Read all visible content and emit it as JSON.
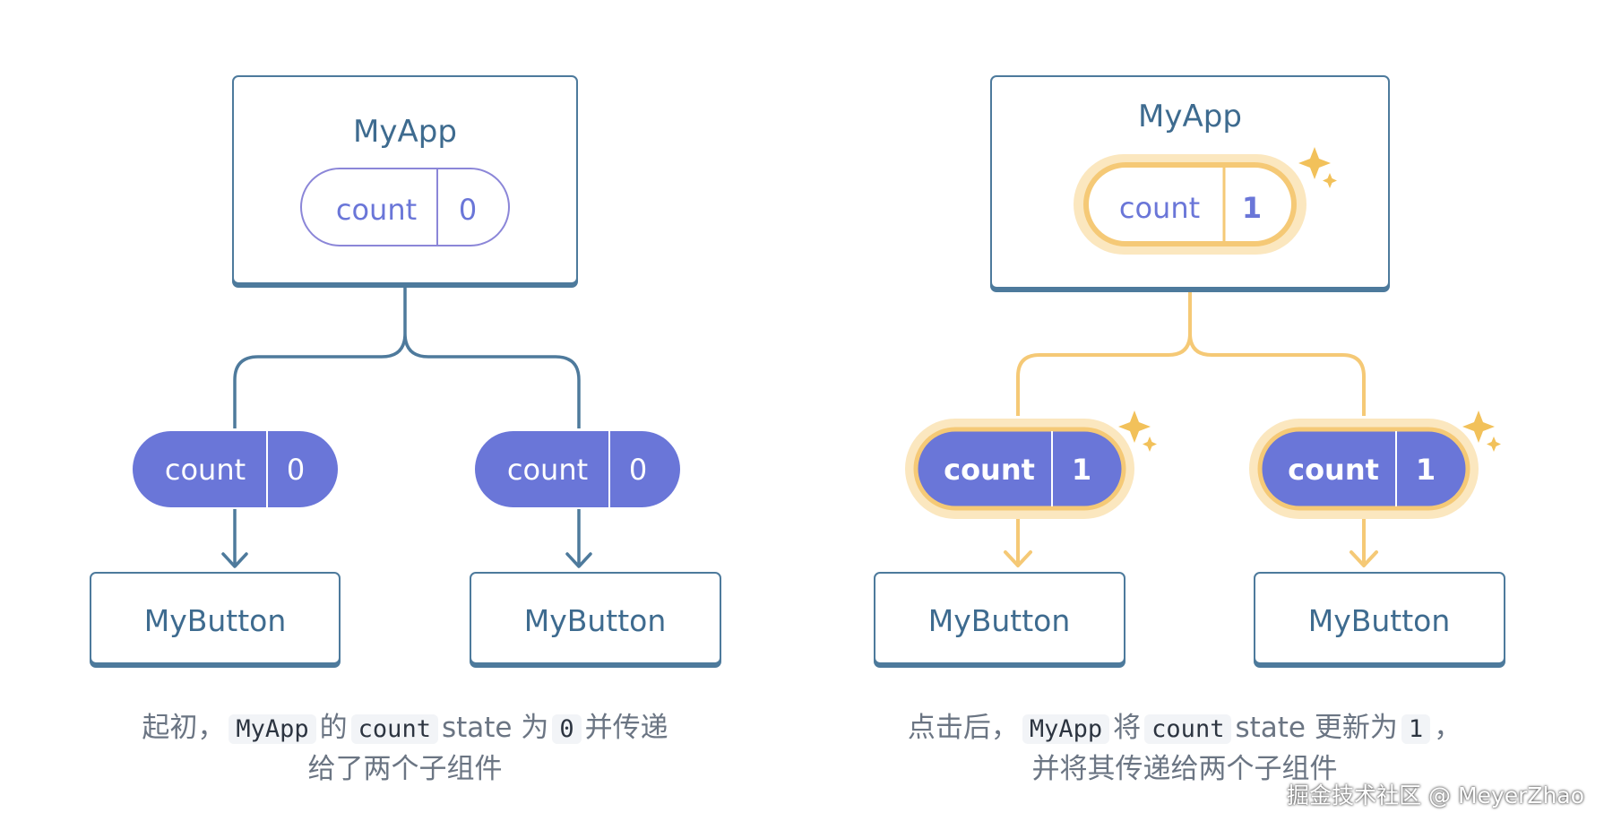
{
  "left": {
    "app": {
      "name": "MyApp",
      "state_key": "count",
      "state_value": "0"
    },
    "children": [
      {
        "prop_key": "count",
        "prop_value": "0",
        "name": "MyButton"
      },
      {
        "prop_key": "count",
        "prop_value": "0",
        "name": "MyButton"
      }
    ],
    "caption": {
      "t1": "起初，",
      "c1": "MyApp",
      "t2": "的",
      "c2": "count",
      "t3": "state 为",
      "c3": "0",
      "t4": "并传递",
      "line2": "给了两个子组件"
    }
  },
  "right": {
    "app": {
      "name": "MyApp",
      "state_key": "count",
      "state_value": "1"
    },
    "children": [
      {
        "prop_key": "count",
        "prop_value": "1",
        "name": "MyButton"
      },
      {
        "prop_key": "count",
        "prop_value": "1",
        "name": "MyButton"
      }
    ],
    "caption": {
      "t1": "点击后，",
      "c1": "MyApp",
      "t2": "将",
      "c2": "count",
      "t3": "state 更新为",
      "c3": "1",
      "t4": "，",
      "line2": "并将其传递给两个子组件"
    }
  },
  "watermark": "掘金技术社区 @ MeyerZhao",
  "colors": {
    "box_stroke": "#4e7a9c",
    "component_text": "#3e6b8f",
    "pill_fill": "#6a76d8",
    "pill_outline": "#8b86d8",
    "highlight": "#f5c976",
    "highlight_glow": "#fbe7bf",
    "sparkle": "#f2c15a"
  }
}
